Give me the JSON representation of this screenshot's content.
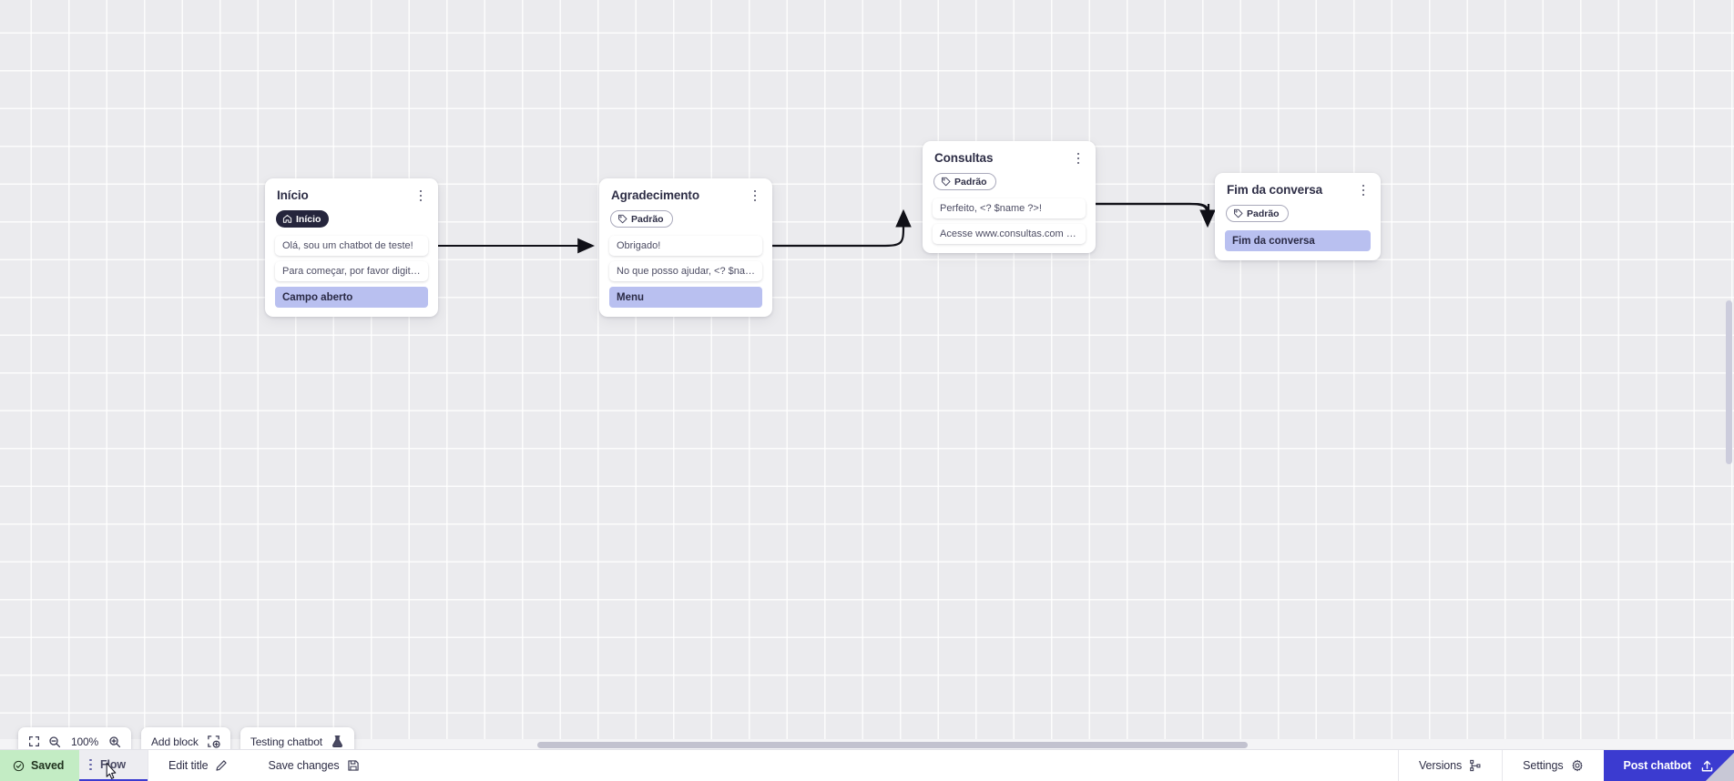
{
  "canvas": {
    "background_color": "#ebebee",
    "grid_color": "#ffffff",
    "zoom_level": "100%"
  },
  "nodes": [
    {
      "id": "inicio",
      "title": "Início",
      "badge": {
        "label": "Início",
        "icon": "home-icon",
        "style": "dark"
      },
      "messages": [
        "Olá, sou um chatbot de teste!",
        "Para começar, por favor digite o ..."
      ],
      "action": "Campo aberto",
      "menu_icon": "kebab-menu-icon"
    },
    {
      "id": "agradecimento",
      "title": "Agradecimento",
      "badge": {
        "label": "Padrão",
        "icon": "tag-icon",
        "style": "outline"
      },
      "messages": [
        "Obrigado!",
        "No que posso ajudar, <? $name ..."
      ],
      "action": "Menu",
      "menu_icon": "kebab-menu-icon"
    },
    {
      "id": "consultas",
      "title": "Consultas",
      "badge": {
        "label": "Padrão",
        "icon": "tag-icon",
        "style": "outline"
      },
      "messages": [
        "Perfeito, <? $name ?>!",
        "Acesse www.consultas.com par..."
      ],
      "action": null,
      "menu_icon": "kebab-menu-icon"
    },
    {
      "id": "fim-da-conversa",
      "title": "Fim da conversa",
      "badge": {
        "label": "Padrão",
        "icon": "tag-icon",
        "style": "outline"
      },
      "messages": [],
      "action": "Fim da conversa",
      "menu_icon": "kebab-menu-icon"
    }
  ],
  "toolbar": {
    "fit_icon": "fit-screen-icon",
    "zoom_out_icon": "zoom-out-icon",
    "zoom_level": "100%",
    "zoom_in_icon": "zoom-in-icon",
    "add_block_label": "Add block",
    "add_block_icon": "add-block-icon",
    "testing_chatbot_label": "Testing chatbot",
    "testing_chatbot_icon": "flask-icon"
  },
  "bottom_bar": {
    "saved_label": "Saved",
    "saved_icon": "check-circle-icon",
    "saved_color": "#c3ecc4",
    "flow_tab_label": "Flow",
    "flow_tab_menu_icon": "kebab-menu-icon",
    "edit_title_label": "Edit title",
    "edit_title_icon": "pencil-icon",
    "save_changes_label": "Save changes",
    "save_changes_icon": "floppy-disk-icon",
    "versions_label": "Versions",
    "versions_icon": "branch-icon",
    "settings_label": "Settings",
    "settings_icon": "gear-icon",
    "post_chatbot_label": "Post chatbot",
    "post_chatbot_icon": "upload-icon",
    "accent_color": "#3b3bd0"
  }
}
